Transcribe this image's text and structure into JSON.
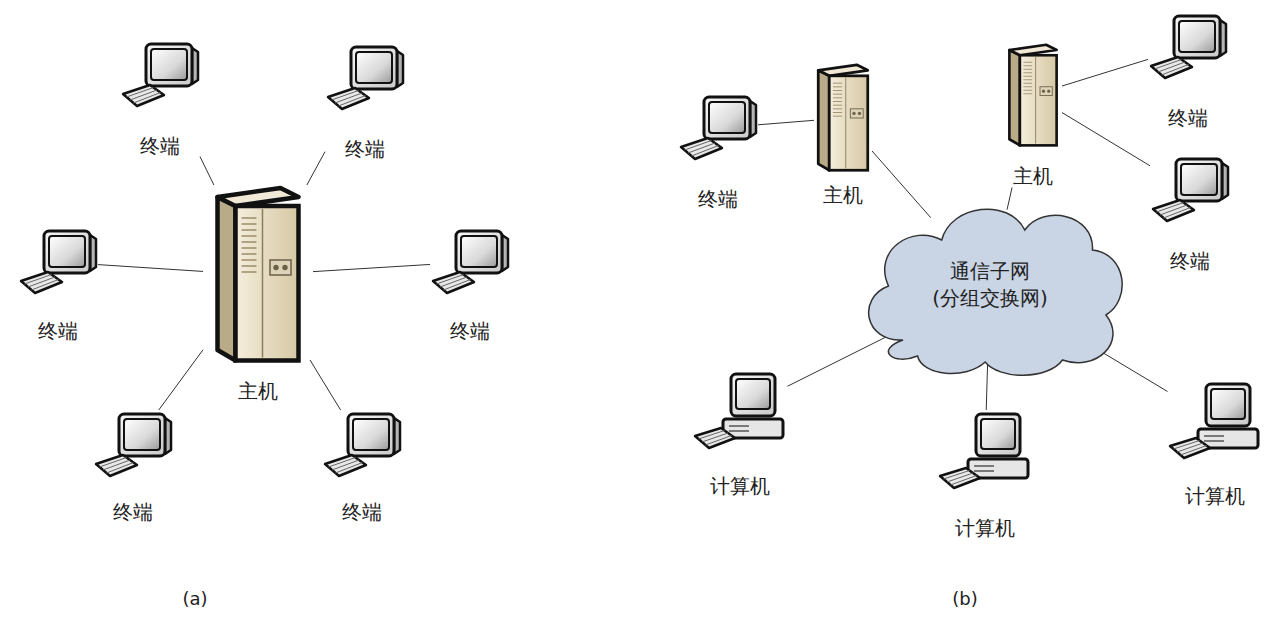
{
  "diagram": {
    "nodes": [
      {
        "text": [
          "主机"
        ]
      },
      {
        "text": [
          "终端"
        ]
      },
      {
        "text": [
          "终端"
        ]
      },
      {
        "text": [
          "终端"
        ]
      },
      {
        "text": [
          "终端"
        ]
      },
      {
        "text": [
          "终端"
        ]
      },
      {
        "text": [
          "终端"
        ]
      },
      {
        "text": [
          "终端"
        ]
      },
      {
        "text": [
          "主机"
        ]
      },
      {
        "text": [
          "主机"
        ]
      },
      {
        "text": [
          "终端"
        ]
      },
      {
        "text": [
          "终端"
        ]
      },
      {
        "text": [
          "通信子网 (分组交换网)"
        ]
      },
      {
        "text": [
          "计算机"
        ]
      },
      {
        "text": [
          "计算机"
        ]
      },
      {
        "text": [
          "计算机"
        ]
      }
    ],
    "edges": [
      {
        "from": 0,
        "to": 1,
        "arrow": "none"
      },
      {
        "from": 0,
        "to": 2,
        "arrow": "none"
      },
      {
        "from": 0,
        "to": 3,
        "arrow": "none"
      },
      {
        "from": 0,
        "to": 4,
        "arrow": "none"
      },
      {
        "from": 0,
        "to": 5,
        "arrow": "none"
      },
      {
        "from": 0,
        "to": 6,
        "arrow": "none"
      },
      {
        "from": 7,
        "to": 8,
        "arrow": "none"
      },
      {
        "from": 8,
        "to": 12,
        "arrow": "none"
      },
      {
        "from": 9,
        "to": 12,
        "arrow": "none"
      },
      {
        "from": 9,
        "to": 10,
        "arrow": "none"
      },
      {
        "from": 9,
        "to": 11,
        "arrow": "none"
      },
      {
        "from": 12,
        "to": 13,
        "arrow": "none"
      },
      {
        "from": 12,
        "to": 14,
        "arrow": "none"
      },
      {
        "from": 12,
        "to": 15,
        "arrow": "none"
      }
    ],
    "labels": [
      "(a)",
      "(b)"
    ]
  }
}
